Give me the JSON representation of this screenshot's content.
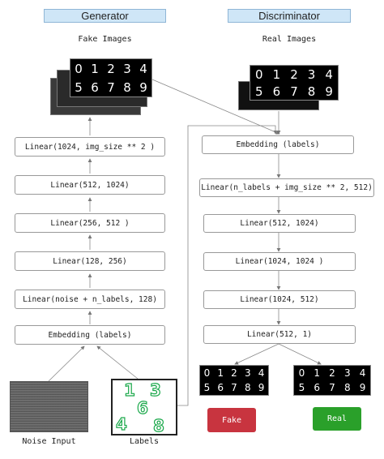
{
  "generator": {
    "header": "Generator",
    "output_caption": "Fake Images",
    "fake_digits_row1": [
      "0",
      "1",
      "2",
      "3",
      "4"
    ],
    "fake_digits_row2": [
      "5",
      "6",
      "7",
      "8",
      "9"
    ],
    "layers": [
      "Linear(1024, img_size ** 2 )",
      "Linear(512, 1024)",
      "Linear(256, 512 )",
      "Linear(128, 256)",
      "Linear(noise + n_labels, 128)",
      "Embedding (labels)"
    ],
    "noise_caption": "Noise Input",
    "labels_caption": "Labels",
    "label_digits": [
      "1",
      "3",
      "6",
      "4",
      "8"
    ]
  },
  "discriminator": {
    "header": "Discriminator",
    "input_caption": "Real Images",
    "real_digits_row1": [
      "0",
      "1",
      "2",
      "3",
      "4"
    ],
    "real_digits_row2": [
      "5",
      "6",
      "7",
      "8",
      "9"
    ],
    "layers": [
      "Embedding (labels)",
      "Linear(n_labels + img_size ** 2, 512)",
      "Linear(512, 1024)",
      "Linear(1024, 1024 )",
      "Linear(1024, 512)",
      "Linear(512, 1)"
    ],
    "fake_label": "Fake",
    "real_label": "Real",
    "fake_color": "#c8343f",
    "real_color": "#2aa02a"
  }
}
